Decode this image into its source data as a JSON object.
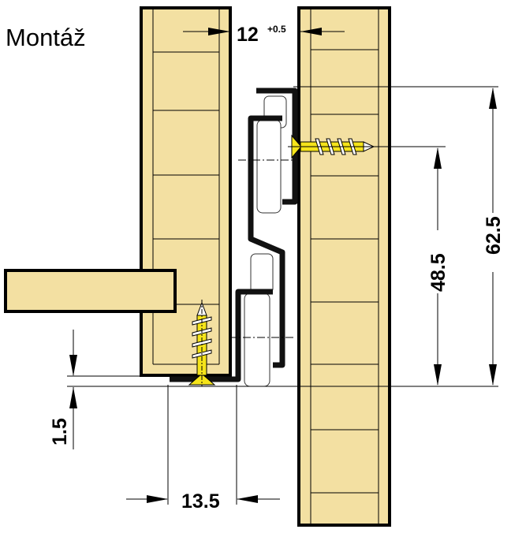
{
  "title": "Montáž",
  "dimensions": {
    "gap": "12",
    "gap_tolerance": "+0.5",
    "total_height": "62.5",
    "screw_height": "48.5",
    "bottom_offset": "1.5",
    "setback": "13.5"
  },
  "colors": {
    "wood": "#f3e0a2",
    "screw": "#f5e41a",
    "rail": "#111111"
  }
}
